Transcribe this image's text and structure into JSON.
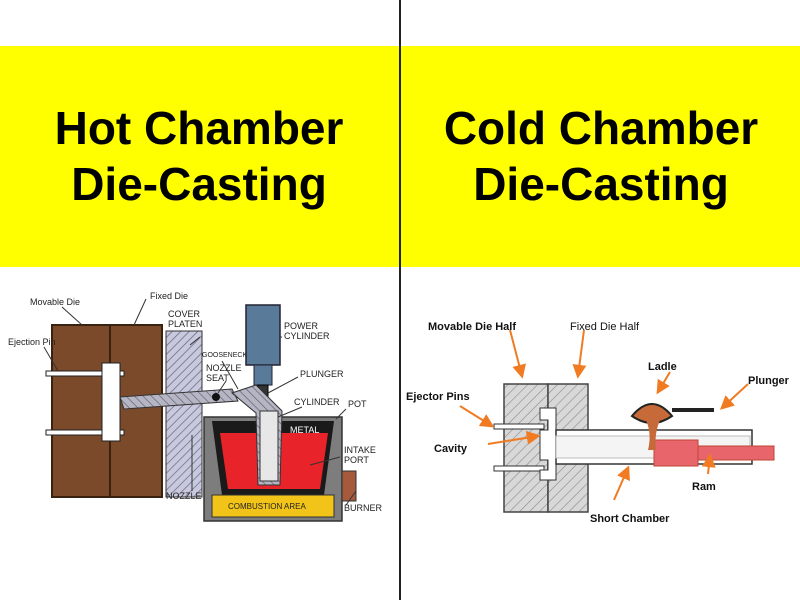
{
  "colors": {
    "title_band": "#ffff00",
    "die_brown": "#7a4a2a",
    "molten_red": "#e8242a",
    "combustion_yellow": "#f2c318",
    "pot_gray": "#7d7d7d",
    "arrow_orange": "#f07b22",
    "ladle_copper": "#c66a3a",
    "ram_pink": "#e8666b",
    "cylinder_blue": "#5a7a9a"
  },
  "left": {
    "title_line1": "Hot Chamber",
    "title_line2": "Die-Casting",
    "labels": {
      "movable_die": "Movable Die",
      "fixed_die": "Fixed Die",
      "ejection_pin": "Ejection Pin",
      "cover_platen_1": "COVER",
      "cover_platen_2": "PLATEN",
      "power_cylinder_1": "POWER",
      "power_cylinder_2": "CYLINDER",
      "gooseneck": "GOOSENECK",
      "nozzle_seat_1": "NOZZLE",
      "nozzle_seat_2": "SEAT",
      "plunger": "PLUNGER",
      "cylinder": "CYLINDER",
      "pot": "POT",
      "metal": "METAL",
      "intake_port_1": "INTAKE",
      "intake_port_2": "PORT",
      "combustion_area": "COMBUSTION AREA",
      "nozzle": "NOZZLE",
      "burner": "BURNER"
    }
  },
  "right": {
    "title_line1": "Cold Chamber",
    "title_line2": "Die-Casting",
    "labels": {
      "movable_die_half": "Movable Die Half",
      "fixed_die_half": "Fixed Die Half",
      "ladle": "Ladle",
      "plunger": "Plunger",
      "ejector_pins": "Ejector Pins",
      "cavity": "Cavity",
      "ram": "Ram",
      "short_chamber": "Short Chamber"
    }
  }
}
